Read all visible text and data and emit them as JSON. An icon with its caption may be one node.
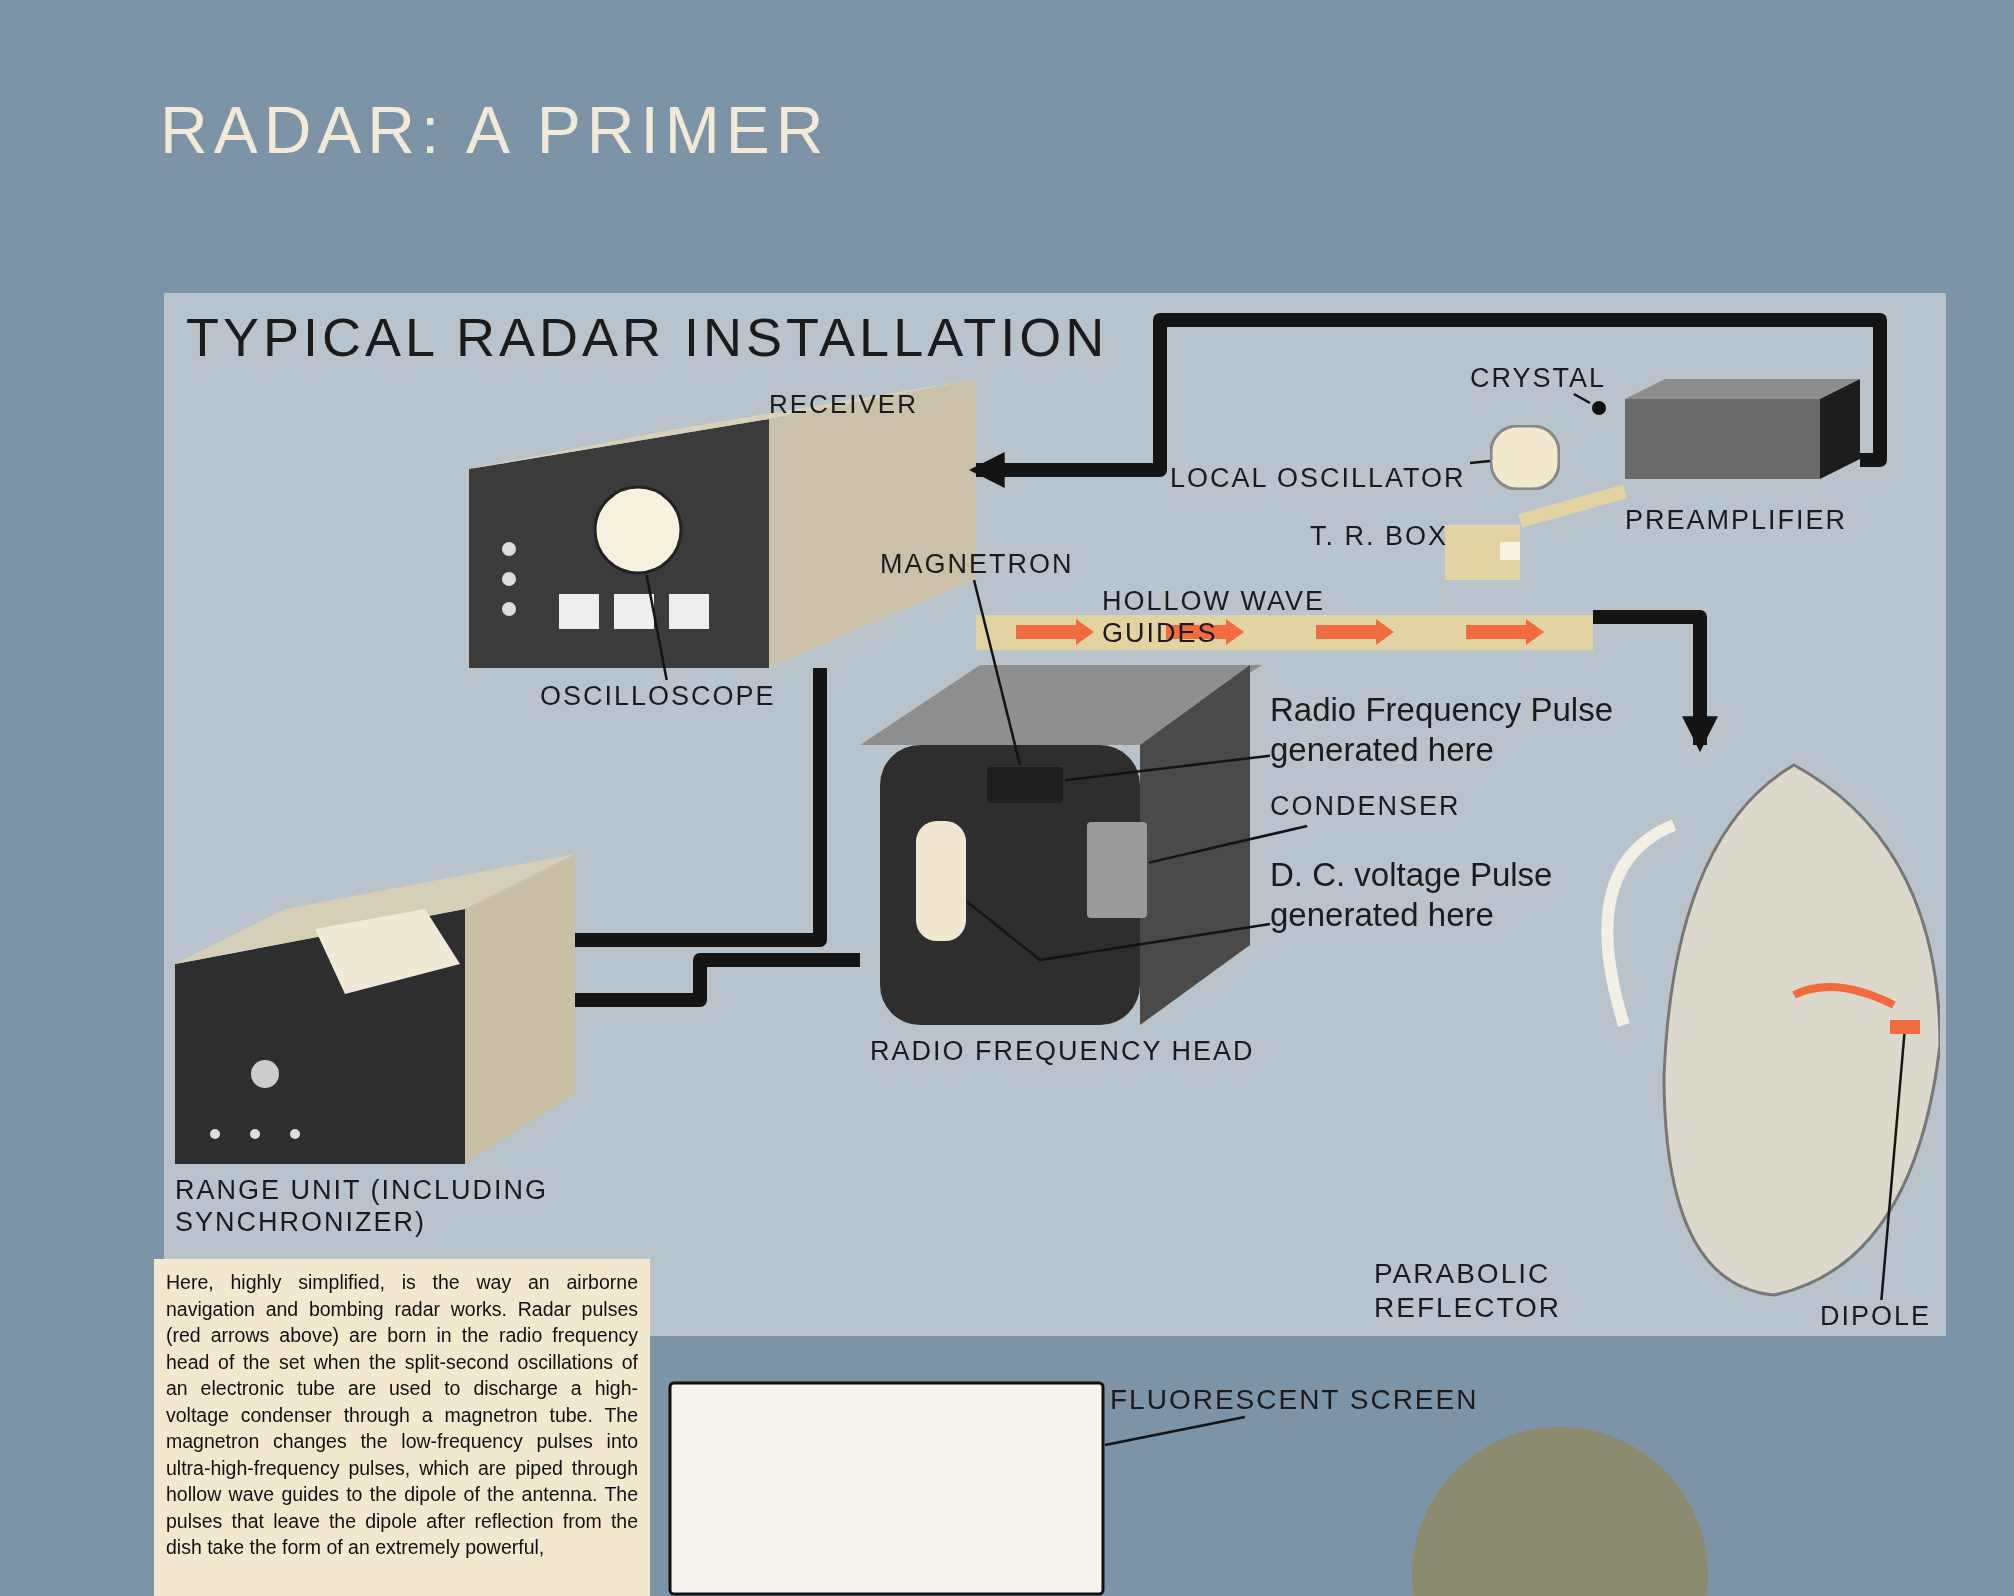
{
  "diagram": {
    "title": "RADAR: A PRIMER",
    "nodes": [
      {
        "text": [
          "TYPICAL RADAR INSTALLATION"
        ]
      },
      {
        "text": [
          "RECEIVER"
        ],
        "in": 0
      },
      {
        "text": [],
        "shape": "circle",
        "in": 1
      },
      {
        "text": [
          "OSCILLOSCOPE"
        ],
        "in": 0
      },
      {
        "text": [
          "RANGE UNIT (INCLUDING SYNCHRONIZER)"
        ],
        "in": 0
      },
      {
        "text": [
          "RADIO FREQUENCY HEAD"
        ],
        "in": 0
      },
      {
        "text": [],
        "shape": "box",
        "in": 5
      },
      {
        "text": [
          "MAGNETRON"
        ],
        "in": 0
      },
      {
        "text": [
          "Radio Frequency Pulse generated here"
        ],
        "in": 0
      },
      {
        "text": [],
        "shape": "box",
        "in": 5
      },
      {
        "text": [
          "CONDENSER"
        ],
        "in": 0
      },
      {
        "text": [],
        "shape": "cylinder",
        "in": 5
      },
      {
        "text": [
          "D. C. voltage Pulse generated here"
        ],
        "in": 0
      },
      {
        "text": [
          "HOLLOW WAVE GUIDES"
        ],
        "in": 0
      },
      {
        "text": [
          "T. R. BOX"
        ],
        "in": 0
      },
      {
        "text": [],
        "shape": "cylinder",
        "in": 0
      },
      {
        "text": [
          "LOCAL OSCILLATOR"
        ],
        "in": 0
      },
      {
        "text": [],
        "shape": "circle",
        "in": 0
      },
      {
        "text": [
          "CRYSTAL"
        ],
        "in": 0
      },
      {
        "text": [
          "PREAMPLIFIER"
        ],
        "in": 0
      },
      {
        "text": [
          "PARABOLIC REFLECTOR"
        ],
        "in": 0
      },
      {
        "text": [],
        "shape": "bar",
        "in": 20
      },
      {
        "text": [
          "DIPOLE"
        ],
        "in": 0
      },
      {
        "text": [],
        "shape": "box"
      },
      {
        "text": [
          "FLUORESCENT SCREEN"
        ]
      }
    ],
    "edges": [
      {
        "from": 19,
        "to": 1,
        "arrow": "to",
        "style": "thick"
      },
      {
        "from": 1,
        "to": 4,
        "arrow": "none",
        "style": "thick"
      },
      {
        "from": 4,
        "to": 5,
        "arrow": "none",
        "style": "thick"
      },
      {
        "from": 13,
        "to": 20,
        "arrow": "to",
        "style": "thick"
      },
      {
        "from": 14,
        "to": 19,
        "arrow": "none",
        "style": "thick",
        "color": "#e2d3a3"
      },
      {
        "from": 3,
        "to": 2,
        "arrow": "none"
      },
      {
        "from": 7,
        "to": 6,
        "arrow": "none"
      },
      {
        "from": 8,
        "to": 6,
        "arrow": "none"
      },
      {
        "from": 10,
        "to": 9,
        "arrow": "none"
      },
      {
        "from": 12,
        "to": 11,
        "arrow": "none"
      },
      {
        "from": 16,
        "to": 15,
        "arrow": "none"
      },
      {
        "from": 18,
        "to": 17,
        "arrow": "none"
      },
      {
        "from": 22,
        "to": 21,
        "arrow": "none"
      },
      {
        "from": 24,
        "to": 23,
        "arrow": "none"
      }
    ],
    "labels": [
      "Here, highly simplified, is the way an airborne navigation and bombing radar works. Radar pulses (red arrows above) are born in the radio frequency head of the set when the split-second oscillations of an electronic tube are used to discharge a high-voltage condenser through a magnetron tube. The magnetron changes the low-frequency pulses into ultra-high-frequency pulses, which are piped through hollow wave guides to the dipole of the antenna. The pulses that leave the dipole after reflection from the dish take the form of an extremely powerful,"
    ]
  }
}
